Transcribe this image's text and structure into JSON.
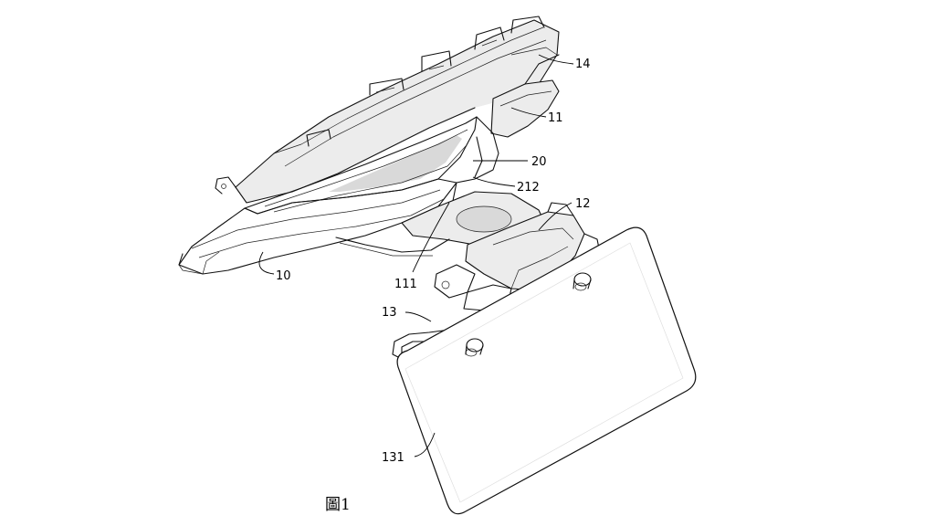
{
  "figure": {
    "caption": "圖1",
    "labels": {
      "l10": "10",
      "l11": "11",
      "l12": "12",
      "l13": "13",
      "l14": "14",
      "l20": "20",
      "l111": "111",
      "l131": "131",
      "l212": "212"
    }
  }
}
